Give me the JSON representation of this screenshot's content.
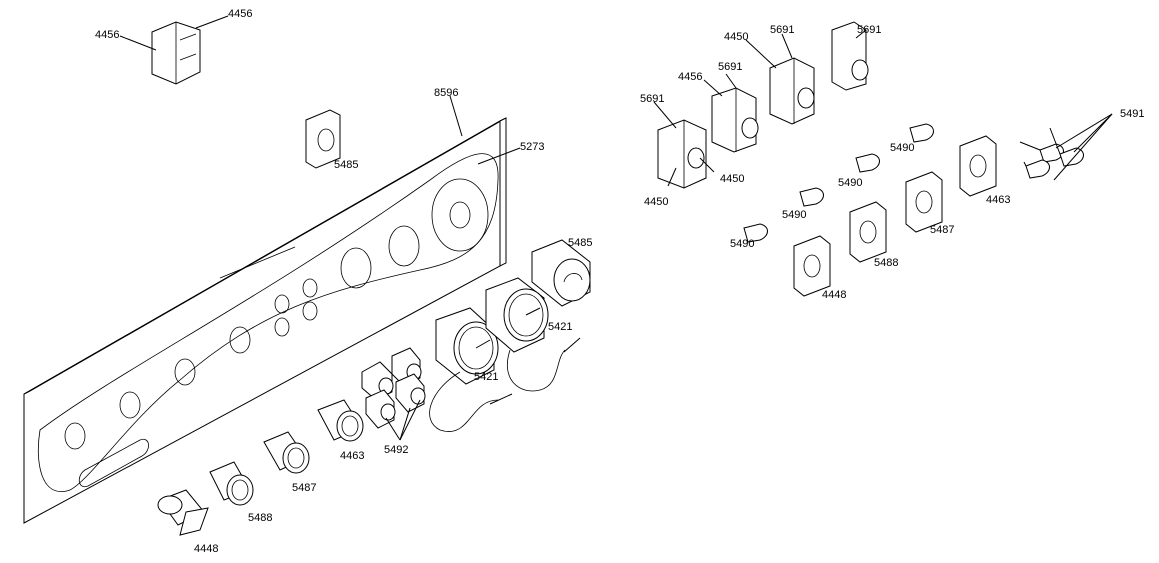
{
  "diagram": {
    "callouts": {
      "p4456_a": "4456",
      "p4456_b": "4456",
      "p5485_clip": "5485",
      "p8596": "8596",
      "p5273": "5273",
      "p5485_knob": "5485",
      "p5421_a": "5421",
      "p5421_b": "5421",
      "p5492": "5492",
      "p4463_knob": "4463",
      "p5487_knob": "5487",
      "p5488_knob": "5488",
      "p4448_knob": "4448",
      "p4450_a": "4450",
      "p5691_a": "5691",
      "p5691_b": "5691",
      "p4456_c": "4456",
      "p5691_c": "5691",
      "p5691_d": "5691",
      "p4450_b": "4450",
      "p4450_c": "4450",
      "p5491": "5491",
      "p5490_a": "5490",
      "p5490_b": "5490",
      "p5490_c": "5490",
      "p5490_d": "5490",
      "p4463_clip": "4463",
      "p5487_clip": "5487",
      "p5488_clip": "5488",
      "p4448_clip": "4448"
    }
  }
}
